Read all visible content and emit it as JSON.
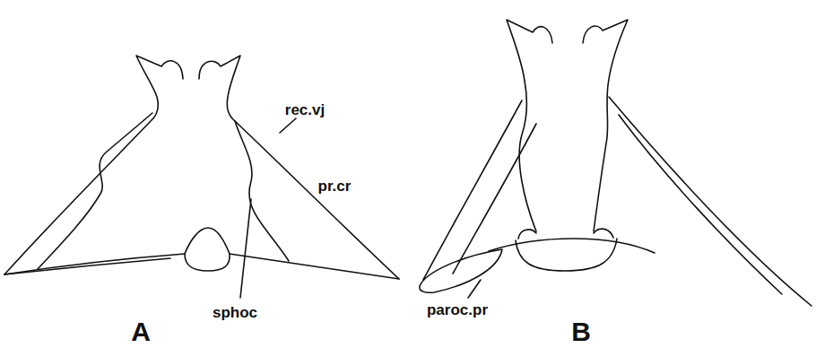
{
  "diagram": {
    "labels": [
      "rec.vj",
      "pr.cr",
      "sphoc",
      "paroc.pr",
      "A",
      "B"
    ]
  }
}
